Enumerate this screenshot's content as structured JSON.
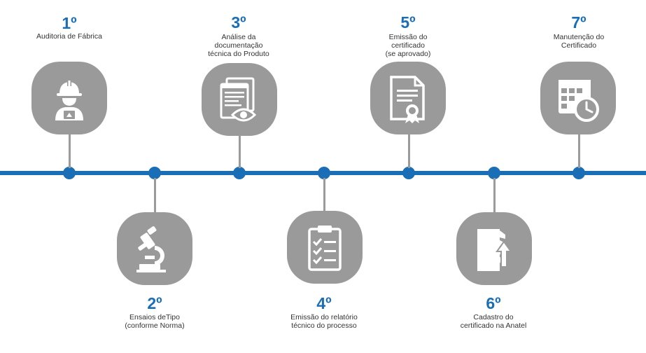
{
  "colors": {
    "accent": "#1a6eb6",
    "badge": "#9a9a9a",
    "icon": "#ffffff"
  },
  "steps": [
    {
      "number": "1º",
      "lines": [
        "Auditoria de Fábrica"
      ],
      "icon": "worker-icon"
    },
    {
      "number": "2º",
      "lines": [
        "Ensaios deTipo",
        "(conforme Norma)"
      ],
      "icon": "microscope-icon"
    },
    {
      "number": "3º",
      "lines": [
        "Análise da",
        "documentação",
        "técnica do Produto"
      ],
      "icon": "document-review-icon"
    },
    {
      "number": "4º",
      "lines": [
        "Emissão do relatório",
        "técnico do processo"
      ],
      "icon": "checklist-icon"
    },
    {
      "number": "5º",
      "lines": [
        "Emissão do",
        "certificado",
        "(se aprovado)"
      ],
      "icon": "certificate-icon"
    },
    {
      "number": "6º",
      "lines": [
        "Cadastro do",
        "certificado na Anatel"
      ],
      "icon": "upload-folder-icon"
    },
    {
      "number": "7º",
      "lines": [
        "Manutenção do",
        "Certificado"
      ],
      "icon": "calendar-clock-icon"
    }
  ]
}
